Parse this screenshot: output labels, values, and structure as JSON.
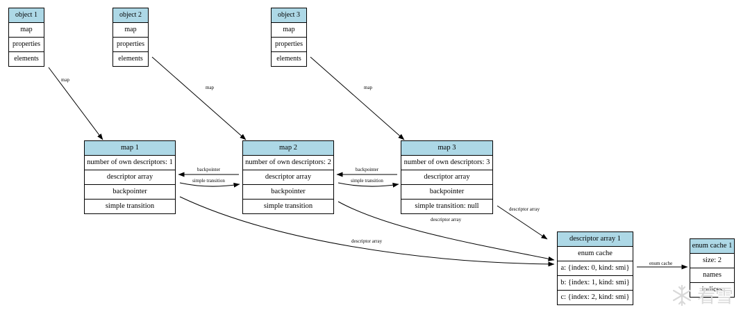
{
  "objects": [
    {
      "title": "object 1",
      "fields": [
        "map",
        "properties",
        "elements"
      ]
    },
    {
      "title": "object 2",
      "fields": [
        "map",
        "properties",
        "elements"
      ]
    },
    {
      "title": "object 3",
      "fields": [
        "map",
        "properties",
        "elements"
      ]
    }
  ],
  "maps": [
    {
      "title": "map 1",
      "fields": [
        "number of own descriptors: 1",
        "descriptor array",
        "backpointer",
        "simple transition"
      ]
    },
    {
      "title": "map 2",
      "fields": [
        "number of own descriptors: 2",
        "descriptor array",
        "backpointer",
        "simple transition"
      ]
    },
    {
      "title": "map 3",
      "fields": [
        "number of own descriptors: 3",
        "descriptor array",
        "backpointer",
        "simple transition: null"
      ]
    }
  ],
  "descriptor_array": {
    "title": "descriptor array 1",
    "fields": [
      "enum cache",
      "a: {index: 0, kind: smi}",
      "b: {index: 1, kind: smi}",
      "c: {index: 2, kind: smi}"
    ]
  },
  "enum_cache": {
    "title": "enum cache 1",
    "fields": [
      "size: 2",
      "names",
      "indices"
    ]
  },
  "edge_labels": {
    "map": "map",
    "backpointer": "backpointer",
    "simple_transition": "simple transition",
    "descriptor_array": "descriptor array",
    "enum_cache": "enum cache"
  },
  "watermark": "看雪",
  "colors": {
    "header": "#add8e6",
    "line": "#000000"
  }
}
